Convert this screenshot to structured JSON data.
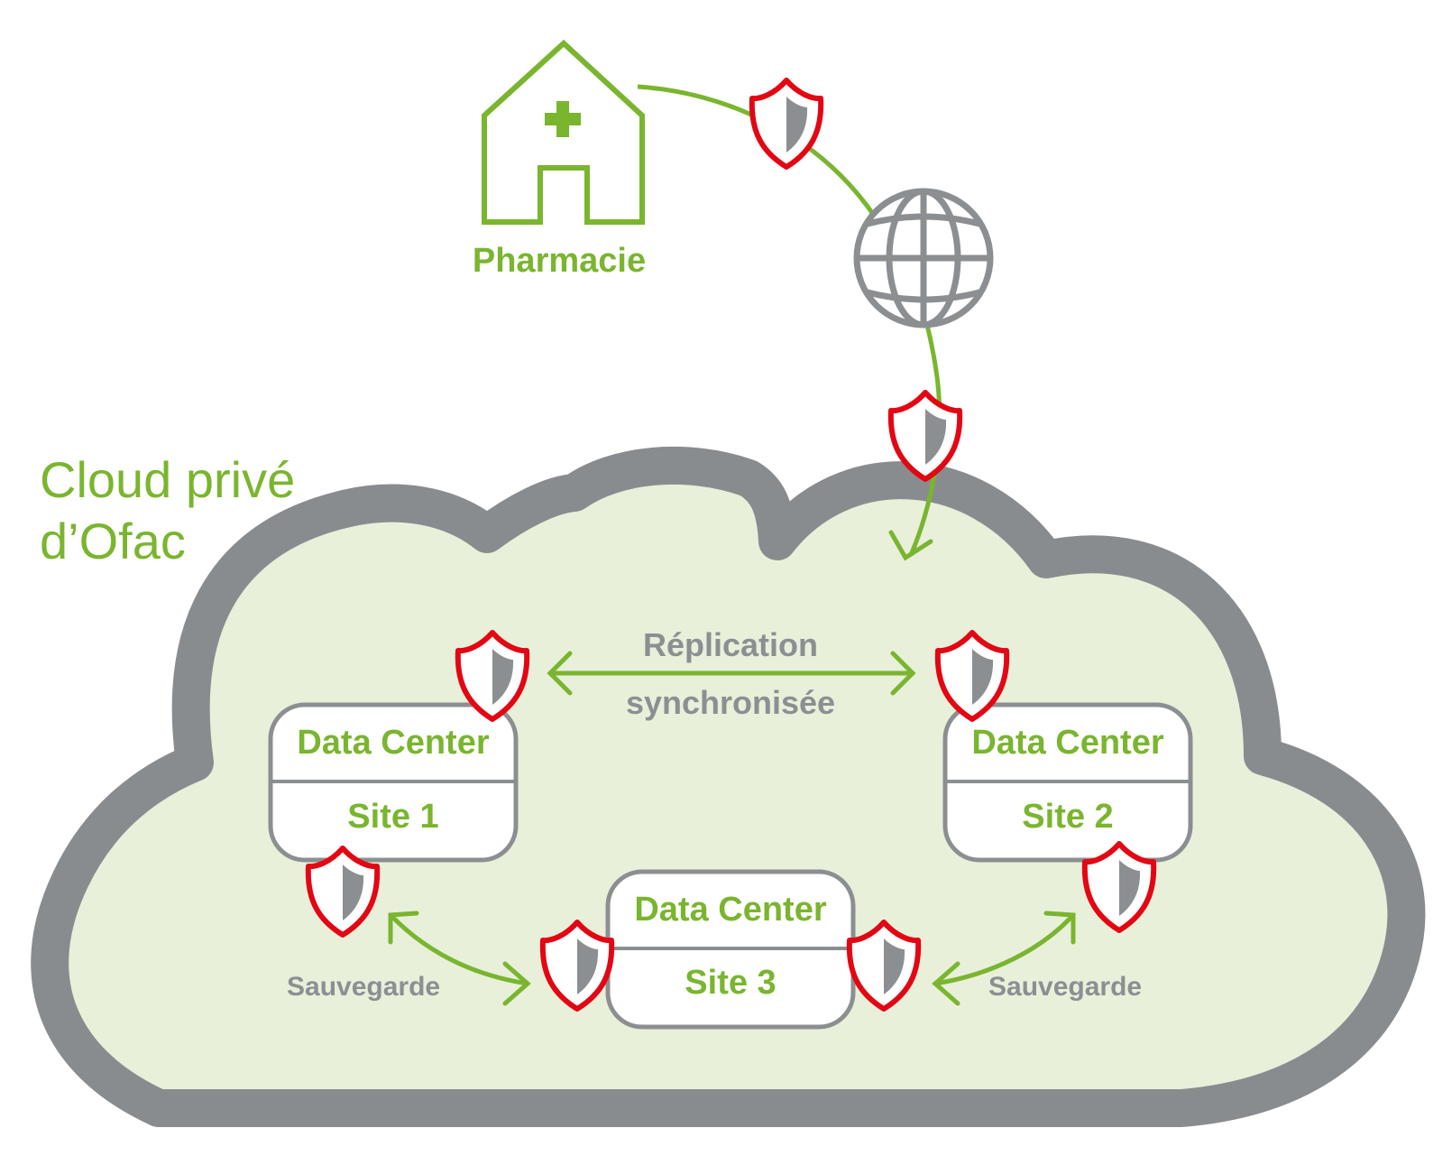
{
  "pharmacy": {
    "label": "Pharmacie"
  },
  "cloud": {
    "title_line1": "Cloud privé",
    "title_line2": "d’Ofac"
  },
  "replication": {
    "line1": "Réplication",
    "line2": "synchronisée"
  },
  "data_centers": [
    {
      "title": "Data Center",
      "site": "Site 1"
    },
    {
      "title": "Data Center",
      "site": "Site 2"
    },
    {
      "title": "Data Center",
      "site": "Site 3"
    }
  ],
  "backup_links": [
    {
      "label": "Sauvegarde"
    },
    {
      "label": "Sauvegarde"
    }
  ],
  "colors": {
    "green": "#7ab52f",
    "cloud_fill": "#e8f0da",
    "cloud_border": "#898c8f",
    "gray_text": "#8c8f92",
    "shield_red": "#e30613",
    "globe_gray": "#8c8f92"
  },
  "icons": [
    "pharmacy-building-icon",
    "globe-icon",
    "security-shield-icon"
  ]
}
